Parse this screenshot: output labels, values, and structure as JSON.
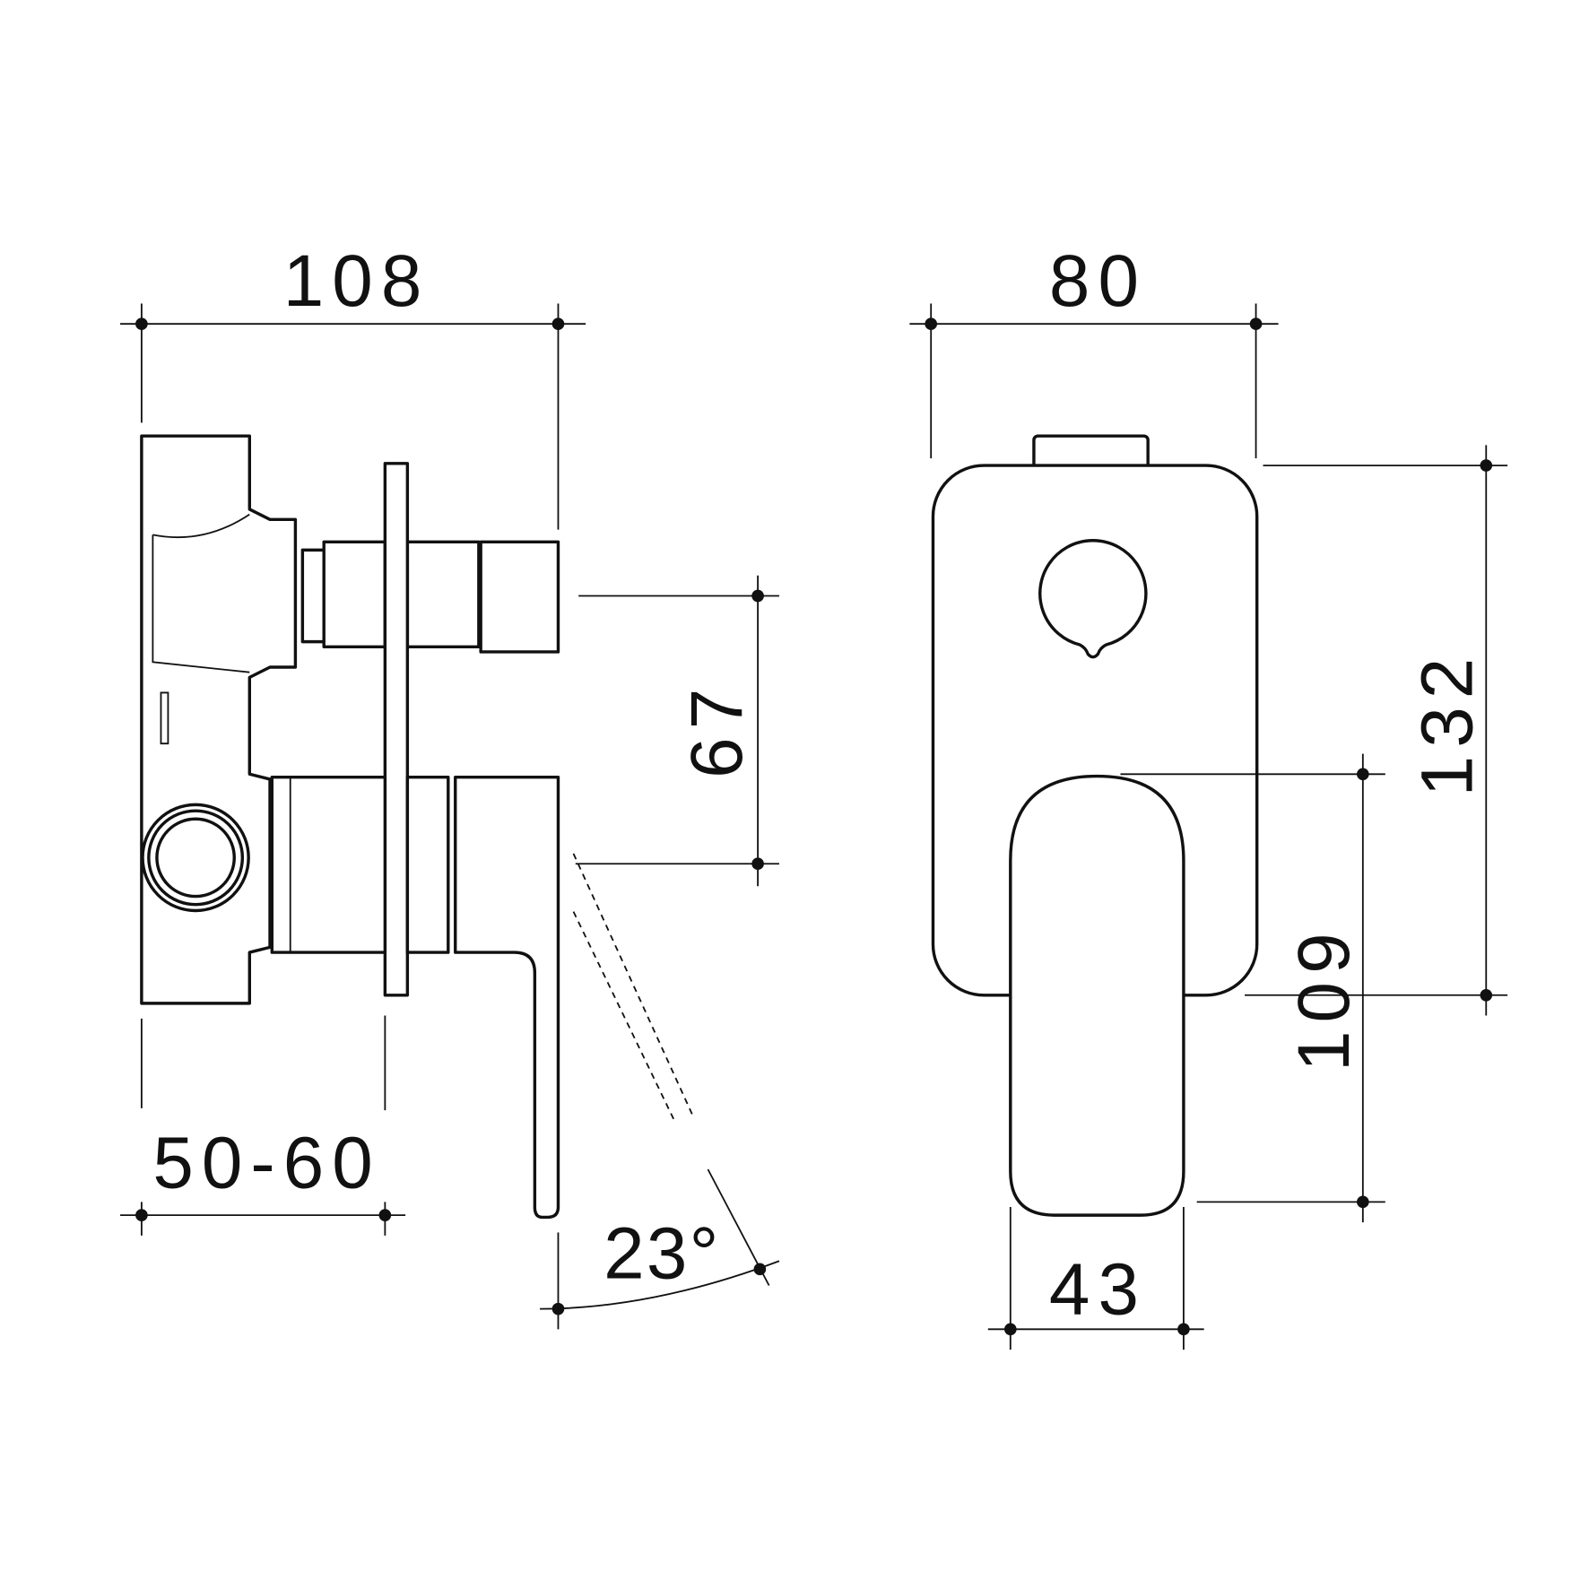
{
  "dimensions": {
    "overall_depth": "108",
    "plate_width": "80",
    "wall_cavity": "50-60",
    "outlet_offset": "67",
    "lever_angle": "23°",
    "plate_height": "132",
    "lever_length": "109",
    "lever_width": "43"
  },
  "colors": {
    "line": "#111111",
    "background": "#ffffff"
  }
}
